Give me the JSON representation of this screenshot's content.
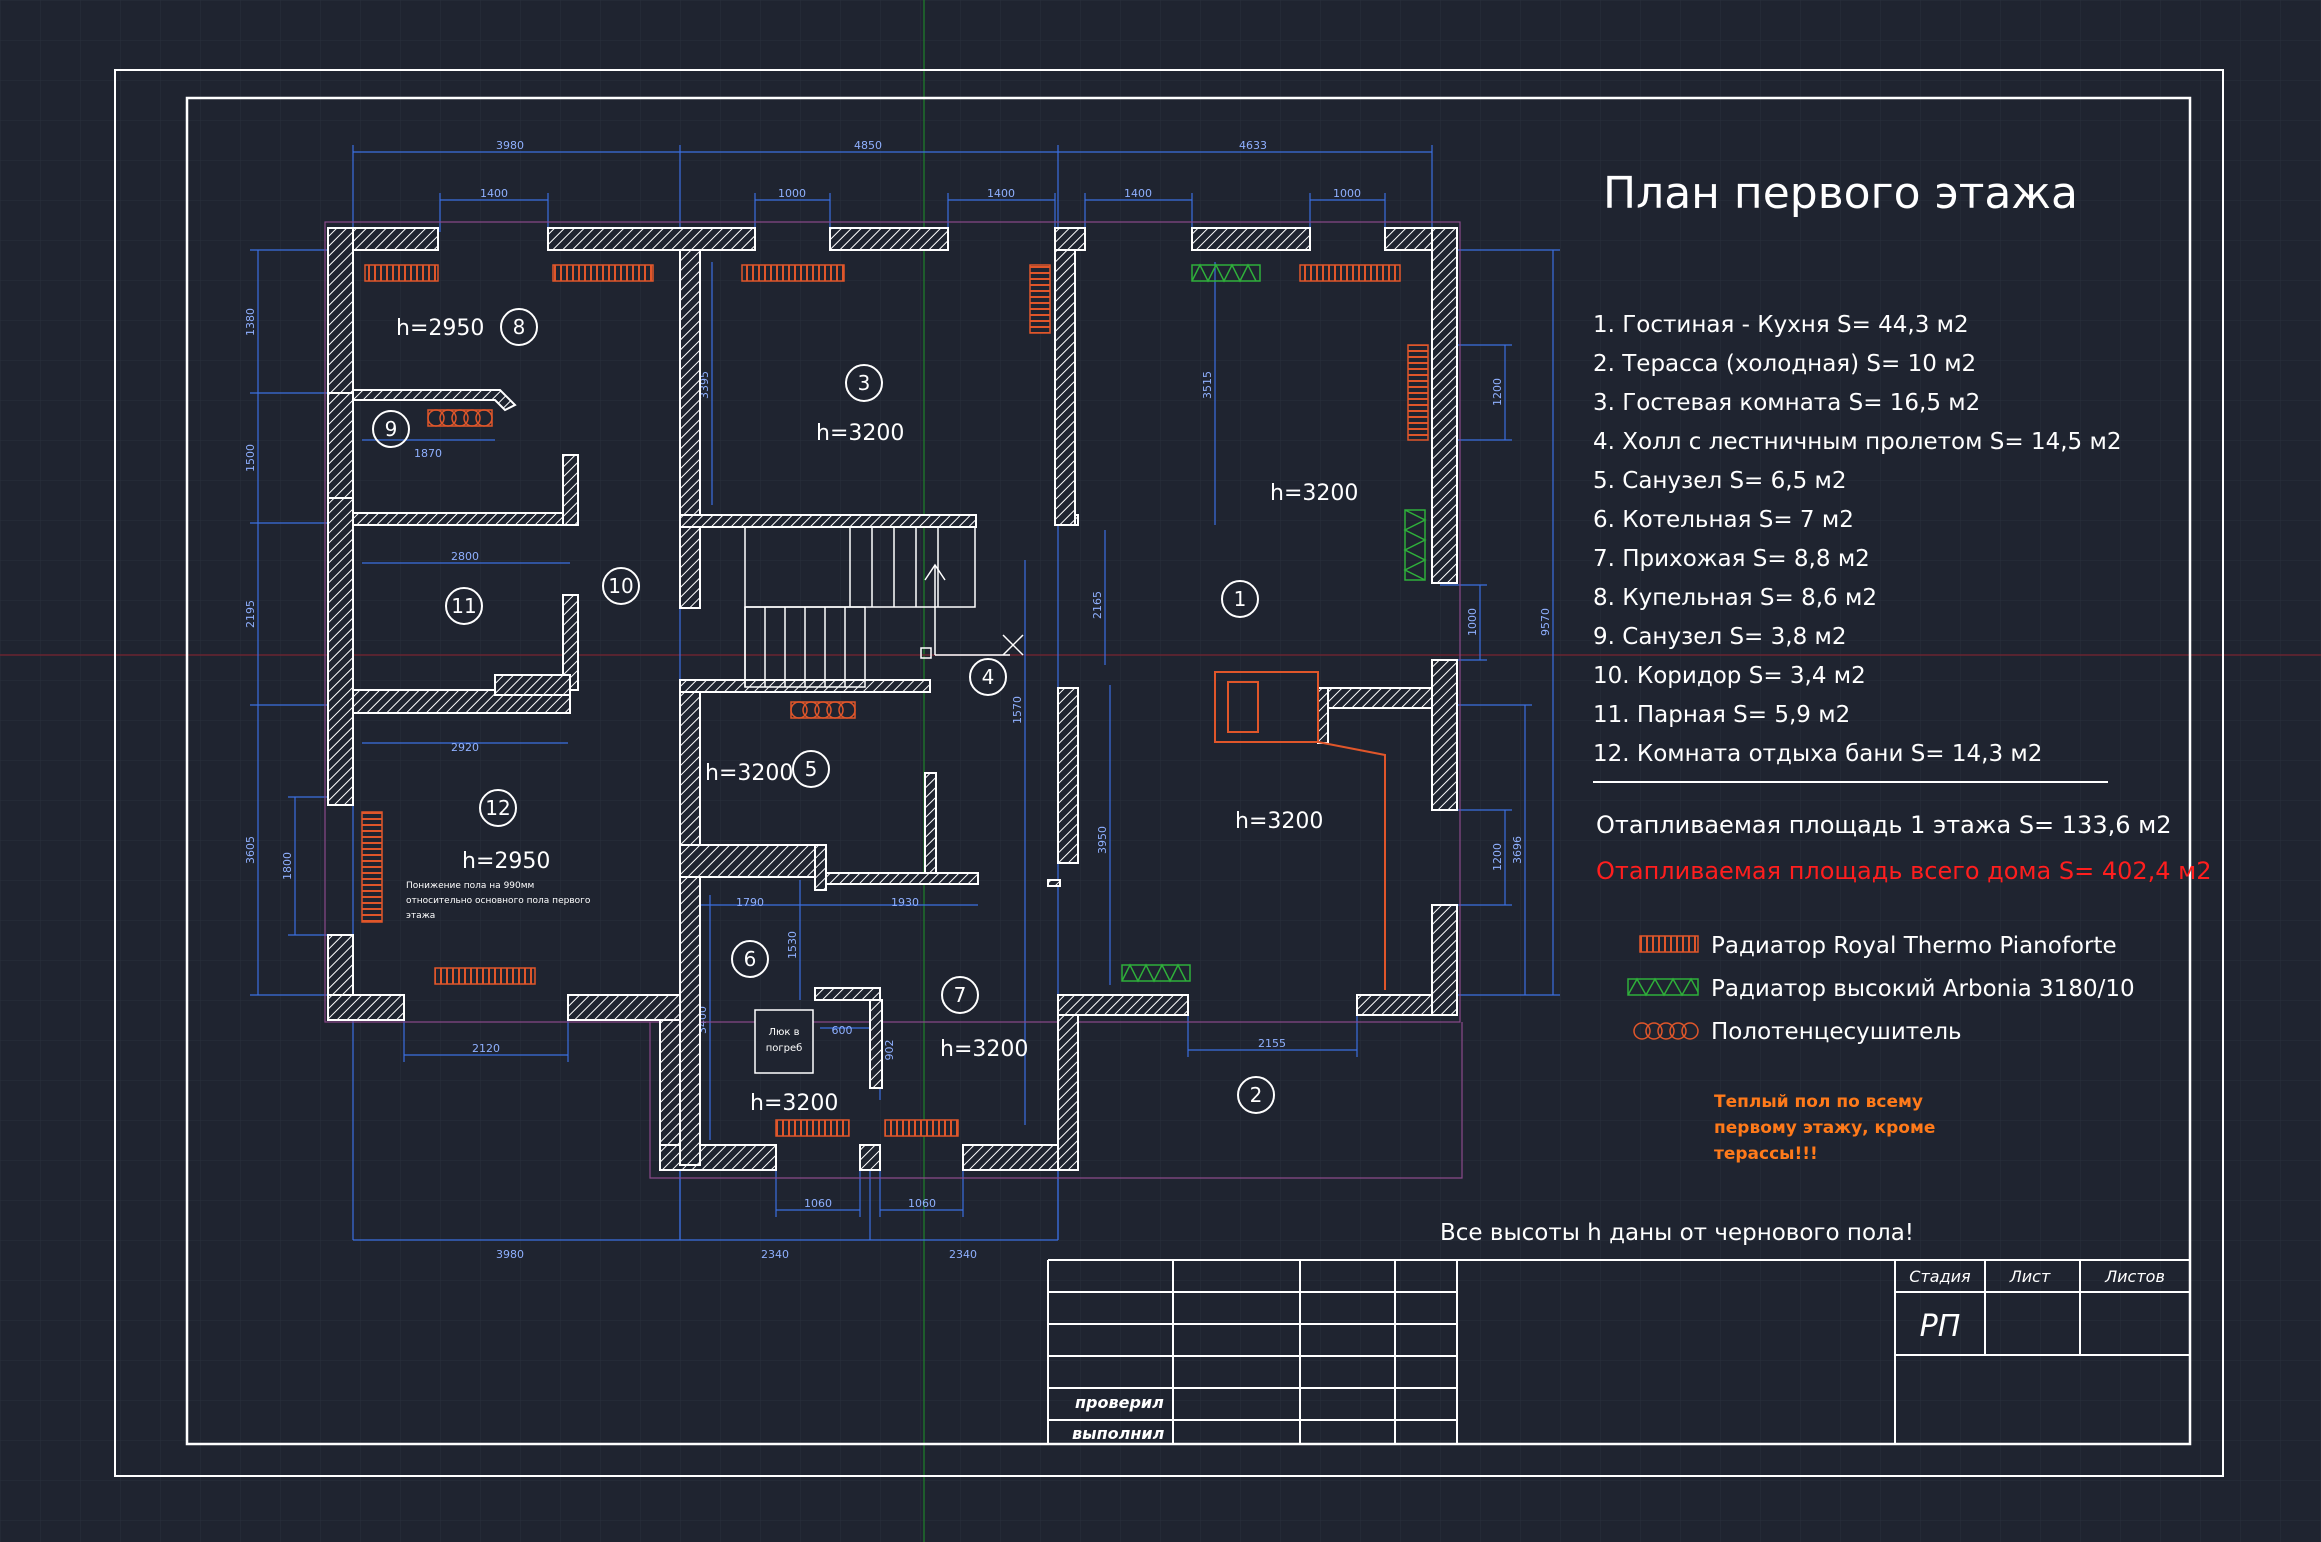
{
  "title": "План первого этажа",
  "rooms": [
    "1. Гостиная - Кухня S= 44,3 м2",
    "2. Терасса (холодная) S= 10 м2",
    "3. Гостевая комната S= 16,5 м2",
    "4. Холл с лестничным пролетом S= 14,5 м2",
    "5. Санузел S= 6,5 м2",
    "6. Котельная S= 7 м2",
    "7. Прихожая S= 8,8 м2",
    "8. Купельная S= 8,6 м2",
    "9. Санузел S= 3,8 м2",
    "10. Коридор S= 3,4 м2",
    "11. Парная S= 5,9 м2",
    "12. Комната отдыха бани S= 14,3 м2"
  ],
  "area_floor": "Отапливаемая площадь 1 этажа S= 133,6 м2",
  "area_total": "Отапливаемая площадь всего дома S= 402,4 м2",
  "legend": {
    "radiator_royal": "Радиатор Royal Thermo Pianoforte",
    "radiator_arbonia": "Радиатор высокий Arbonia 3180/10",
    "towel_dryer": "Полотенцесушитель"
  },
  "warm_floor_note": [
    "Теплый пол по всему",
    "первому этажу, кроме",
    "терассы!!!"
  ],
  "heights_note": "Все  высоты h даны от чернового пола!",
  "floor_lowering_note": [
    "Понижение пола на 990мм",
    "относительно основного пола первого",
    "этажа"
  ],
  "hatch_label": [
    "Люк в",
    "погреб"
  ],
  "title_block": {
    "stage_header": "Стадия",
    "sheet_header": "Лист",
    "sheets_header": "Листов",
    "stage_value": "РП",
    "checked": "проверил",
    "performed": "выполнил"
  },
  "room_markers": [
    {
      "num": "1"
    },
    {
      "num": "2"
    },
    {
      "num": "3"
    },
    {
      "num": "4"
    },
    {
      "num": "5"
    },
    {
      "num": "6"
    },
    {
      "num": "7"
    },
    {
      "num": "8"
    },
    {
      "num": "9"
    },
    {
      "num": "10"
    },
    {
      "num": "11"
    },
    {
      "num": "12"
    }
  ],
  "heights": {
    "h2950": "h=2950",
    "h3200": "h=3200"
  },
  "dimensions": {
    "top": [
      "3980",
      "4850",
      "4633"
    ],
    "top_windows": [
      "1400",
      "1000",
      "1400",
      "1400",
      "1000"
    ],
    "left": [
      "1380",
      "1500",
      "2195",
      "3605"
    ],
    "left_small": [
      "1800"
    ],
    "bottom": [
      "3980",
      "2340",
      "2340"
    ],
    "bottom_windows": [
      "2120",
      "1060",
      "1060",
      "2155"
    ],
    "interior": [
      "1870",
      "2800",
      "2920",
      "1790",
      "1930",
      "600",
      "1530",
      "902",
      "3400",
      "3395",
      "3515",
      "2165",
      "3950",
      "1570"
    ],
    "right": [
      "1200",
      "1000",
      "1200",
      "3696",
      "9570"
    ]
  },
  "colors": {
    "background": "#1f2430",
    "wall": "#ffffff",
    "dimension": "#3b6fe0",
    "radiator_royal": "#e0562a",
    "radiator_arbonia": "#2faf3a",
    "area_total": "#ff1e1e",
    "note": "#ff7a1a"
  }
}
